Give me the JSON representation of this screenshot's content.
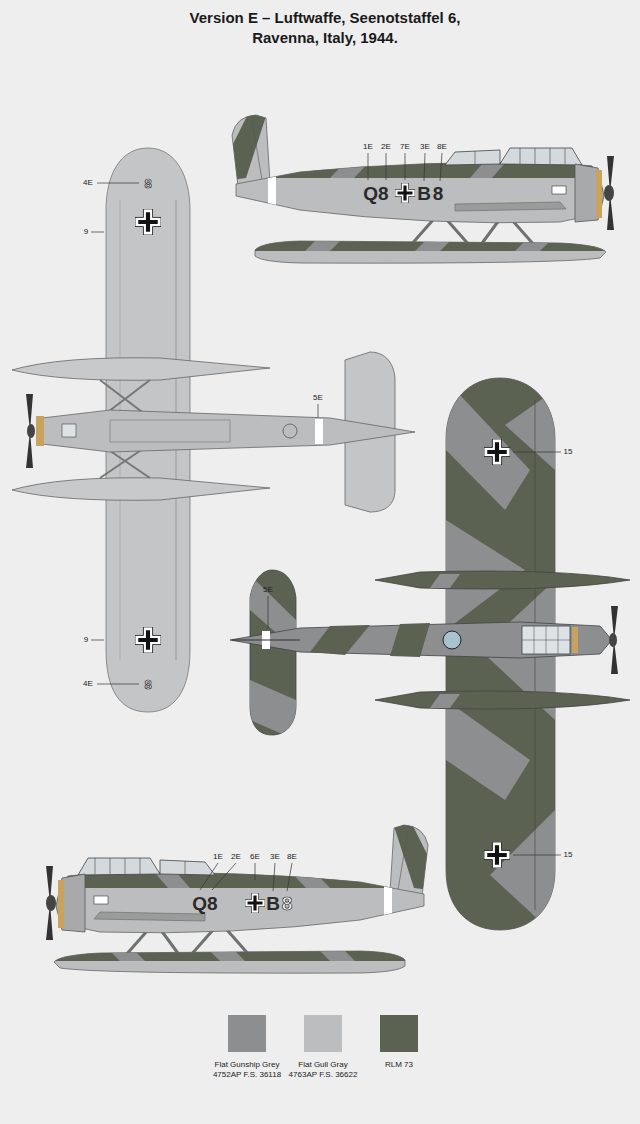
{
  "diagram": {
    "title": "Version E – Luftwaffe, Seenotstaffel 6, Ravenna, Italy, 1944.",
    "labels": [
      "1E",
      "2E",
      "7E",
      "3E",
      "8E",
      "Q8",
      "B",
      "8",
      "4E",
      "8",
      "9",
      "5E",
      "9",
      "8",
      "4E",
      "15",
      "5E",
      "15",
      "1E",
      "2E",
      "6E",
      "3E",
      "8E",
      "Q8",
      "B",
      "8"
    ],
    "legend": [
      {
        "text": "Flat Gunship Grey 4752AP F.S. 36118",
        "color": "#8c8e90"
      },
      {
        "text": "Flat Gull Gray 4763AP F.S. 36622",
        "color": "#bcbdbe"
      },
      {
        "text": "RLM 73",
        "color": "#5b6252"
      }
    ]
  }
}
